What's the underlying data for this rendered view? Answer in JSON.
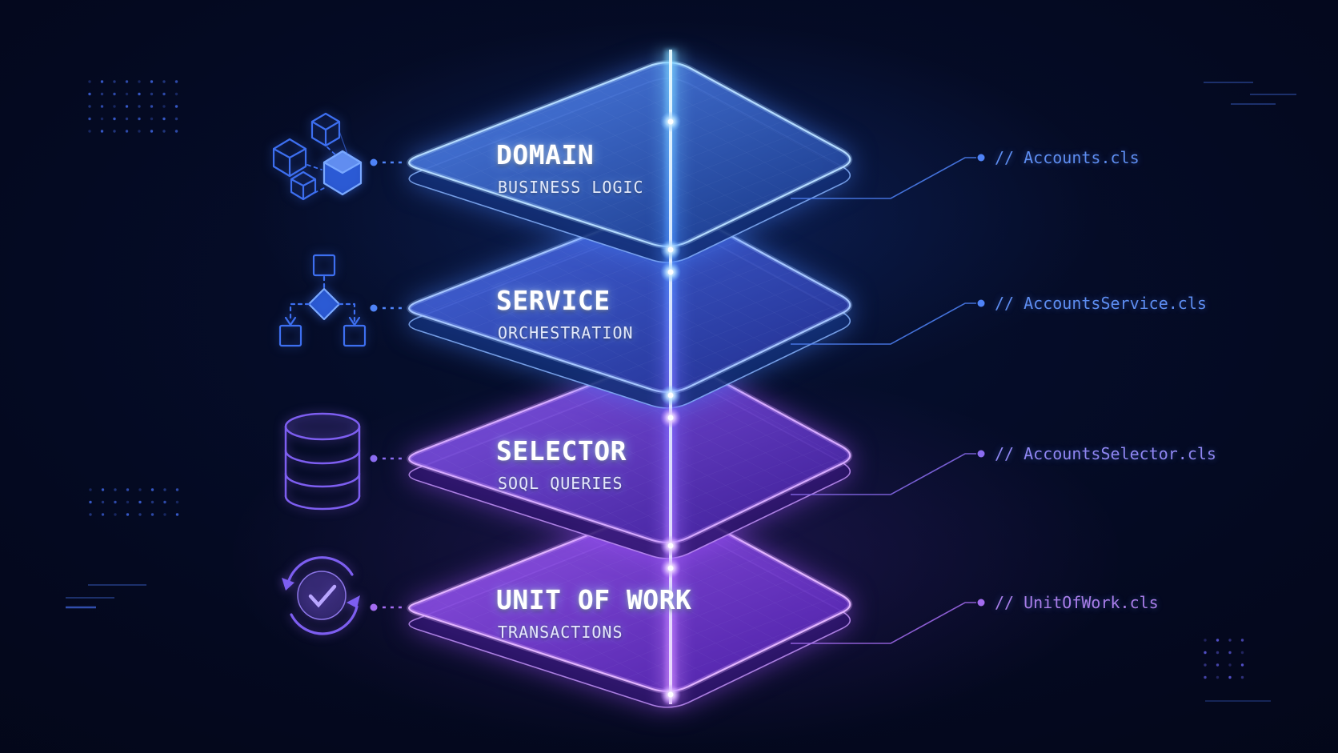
{
  "diagram": {
    "layers": [
      {
        "title": "DOMAIN",
        "subtitle": "BUSINESS LOGIC",
        "code_label": "// Accounts.cls",
        "icon": "blocks-icon",
        "scheme": "blue",
        "accent": "#4f83f7",
        "edge_color": "#b4dbff",
        "label_color": "#5d8df0"
      },
      {
        "title": "SERVICE",
        "subtitle": "ORCHESTRATION",
        "code_label": "// AccountsService.cls",
        "icon": "flowchart-icon",
        "scheme": "blue",
        "accent": "#4f83f7",
        "edge_color": "#a6c6ff",
        "label_color": "#5d8df0"
      },
      {
        "title": "SELECTOR",
        "subtitle": "SOQL QUERIES",
        "code_label": "// AccountsSelector.cls",
        "icon": "database-icon",
        "scheme": "purple",
        "accent": "#8b6cf0",
        "edge_color": "#d6aaff",
        "label_color": "#8f86f2"
      },
      {
        "title": "UNIT OF WORK",
        "subtitle": "TRANSACTIONS",
        "code_label": "// UnitOfWork.cls",
        "icon": "cycle-check-icon",
        "scheme": "purple",
        "accent": "#a36cf0",
        "edge_color": "#e2b4ff",
        "label_color": "#a87de8"
      }
    ],
    "colors": {
      "background": "#02040f",
      "beam_top": "#7fd9ff",
      "beam_bottom": "#cf8aff",
      "blue_face": "#2b54c4",
      "purple_face": "#7a3fe0",
      "title_text": "#ffffff"
    }
  }
}
